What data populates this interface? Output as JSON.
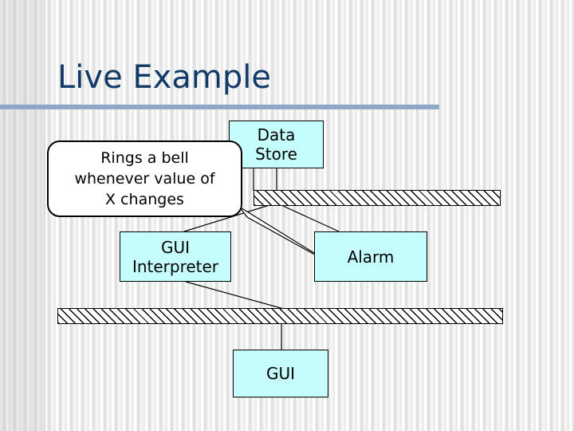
{
  "slide": {
    "title": "Live Example",
    "title_color": "#123a66",
    "rule_color": "#8fa8c8",
    "background_color": "#f2f2f2"
  },
  "diagram": {
    "node_fill": "#c5fcfc",
    "node_stroke": "#000000",
    "nodes": [
      {
        "id": "data-store",
        "label": "Data\nStore"
      },
      {
        "id": "gui-interpreter",
        "label": "GUI\nInterpreter"
      },
      {
        "id": "alarm",
        "label": "Alarm"
      },
      {
        "id": "gui",
        "label": "GUI"
      }
    ],
    "buses": [
      {
        "id": "bus-top",
        "label": ""
      },
      {
        "id": "bus-bottom",
        "label": ""
      }
    ],
    "callout": {
      "text": "Rings a bell\nwhenever value of\nX changes",
      "points_at": "alarm"
    }
  }
}
